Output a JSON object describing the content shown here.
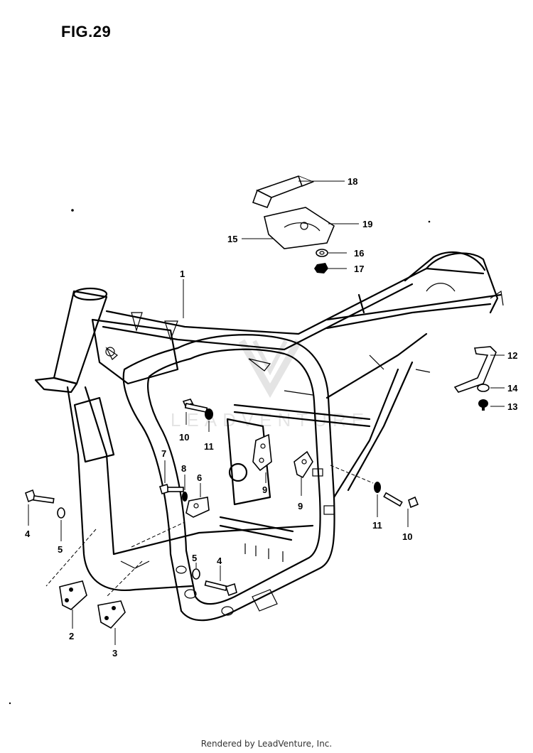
{
  "figure": {
    "title": "FIG.29"
  },
  "callouts": [
    {
      "label": "1"
    },
    {
      "label": "2"
    },
    {
      "label": "3"
    },
    {
      "label": "4"
    },
    {
      "label": "4"
    },
    {
      "label": "5"
    },
    {
      "label": "5"
    },
    {
      "label": "6"
    },
    {
      "label": "7"
    },
    {
      "label": "8"
    },
    {
      "label": "9"
    },
    {
      "label": "9"
    },
    {
      "label": "10"
    },
    {
      "label": "10"
    },
    {
      "label": "11"
    },
    {
      "label": "11"
    },
    {
      "label": "12"
    },
    {
      "label": "13"
    },
    {
      "label": "14"
    },
    {
      "label": "15"
    },
    {
      "label": "16"
    },
    {
      "label": "17"
    },
    {
      "label": "18"
    },
    {
      "label": "19"
    }
  ],
  "watermark": {
    "text": "LEADVENTURE"
  },
  "footer": {
    "text": "Rendered by LeadVenture, Inc."
  }
}
